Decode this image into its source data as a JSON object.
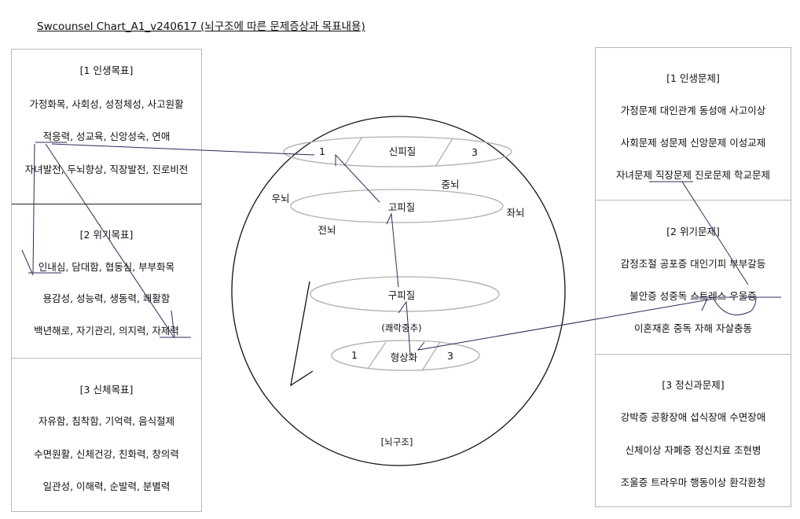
{
  "title": "Swcounsel Chart_A1_v240617 (뇌구조에 따른 문제증상과 목표내용)",
  "goals": [
    {
      "heading": "[1 인생목표]",
      "lines": [
        "가정화목, 사회성, 성정체성, 사고원활",
        "적응력, 성교육, 신앙성숙, 연애",
        "자녀발전, 두뇌향상, 직장발전, 진로비전"
      ]
    },
    {
      "heading": "[2 위기목표]",
      "lines": [
        "인내심, 담대함, 협동심, 부부화목",
        "용감성, 성능력, 생동력, 쾌활함",
        "백년해로, 자기관리, 의지력, 자제력"
      ]
    },
    {
      "heading": "[3 신체목표]",
      "lines": [
        "자유함, 침착함, 기억력, 음식절제",
        "수면원활, 신체건강, 친화력, 창의력",
        "일관성, 이해력, 순발력, 분별력"
      ]
    }
  ],
  "problems": [
    {
      "heading": "[1 인생문제]",
      "lines": [
        "가정문제   대인관계   동성애   사고이상",
        "사회문제   성문제   신앙문제   이성교제",
        "자녀문제   직장문제   진로문제   학교문제"
      ]
    },
    {
      "heading": "[2 위기문제]",
      "lines": [
        "감정조절   공포증   대인기피   부부갈등",
        "불안증   성중독   스트레스   우울증",
        "이혼재혼   중독   자해   자살충동"
      ]
    },
    {
      "heading": "[3 정신과문제]",
      "lines": [
        "강박증   공황장애   섭식장애   수면장애",
        "신체이상   자폐증   정신치료   조현병",
        "조울증   트라우마   행동이상   환각환청"
      ]
    }
  ],
  "brain": {
    "label": "[뇌구조]",
    "neocortex": {
      "name": "신피질",
      "left": "1",
      "right": "3"
    },
    "paleocortex": "고피질",
    "archicortex": "구피질",
    "pleasure_center": "(쾌락중추)",
    "imagery": {
      "name": "형상화",
      "left": "1",
      "right": "3"
    },
    "right_brain": "우뇌",
    "midbrain": "중뇌",
    "left_brain": "좌뇌",
    "forebrain": "전뇌"
  },
  "colors": {
    "link": "#2b2b5e",
    "ellipse": "#b0b0b0",
    "border": "#b8b8b8"
  }
}
